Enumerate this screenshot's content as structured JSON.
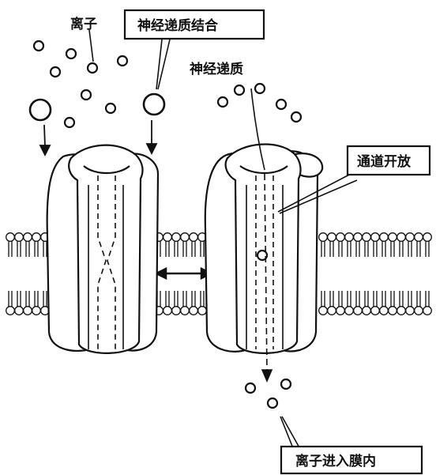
{
  "labels": {
    "ions": "离子",
    "transmitter_binding": "神经递质结合",
    "transmitter": "神经递质",
    "channel_open": "通道开放",
    "ions_enter_membrane": "离子进入膜内"
  }
}
